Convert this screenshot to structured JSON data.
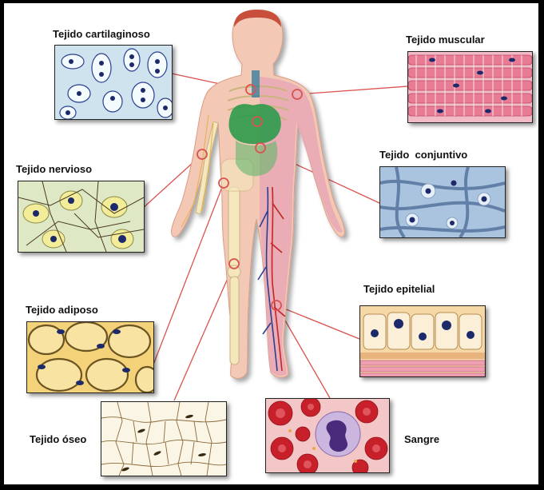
{
  "labels": {
    "cartilaginoso": "Tejido cartilaginoso",
    "muscular": "Tejido muscular",
    "nervioso": "Tejido nervioso",
    "conjuntivo": "Tejido  conjuntivo",
    "epitelial": "Tejido epitelial",
    "adiposo": "Tejido adiposo",
    "oseo": "Tejido óseo",
    "sangre": "Sangre"
  },
  "colors": {
    "connector_line": "#d9534f",
    "body_skin": "#f3c9b5",
    "lung": "#2f9a4c",
    "muscle": "#e8a8b5",
    "bone": "#f4e6bd",
    "vein": "#2a3f8f",
    "artery": "#c0282c",
    "cartilage": "#cfe3ee",
    "muscle_tissue": "#e87c95",
    "nerve_tissue": "#dfe8c5",
    "connective_tissue": "#aac4e0",
    "epithelial_tissue": "#f6d8a6",
    "adipose_tissue": "#f3d27a",
    "bone_tissue": "#fbf5e6",
    "blood": "#c8202a",
    "nucleus": "#1c2a6b"
  }
}
